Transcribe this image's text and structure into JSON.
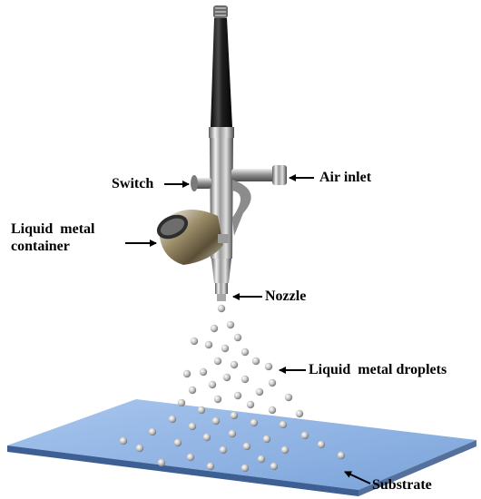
{
  "labels": {
    "switch": "Switch",
    "air_inlet": "Air inlet",
    "container_line1": "Liquid  metal",
    "container_line2": "container",
    "nozzle": "Nozzle",
    "droplets": "Liquid  metal droplets",
    "substrate": "Substrate"
  },
  "colors": {
    "substrate_top": "#8fb4e6",
    "substrate_edge": "#3d5f93",
    "droplet": "#c9c9c9",
    "handle": "#1a1a1a",
    "metal": "#b8b8b8"
  }
}
